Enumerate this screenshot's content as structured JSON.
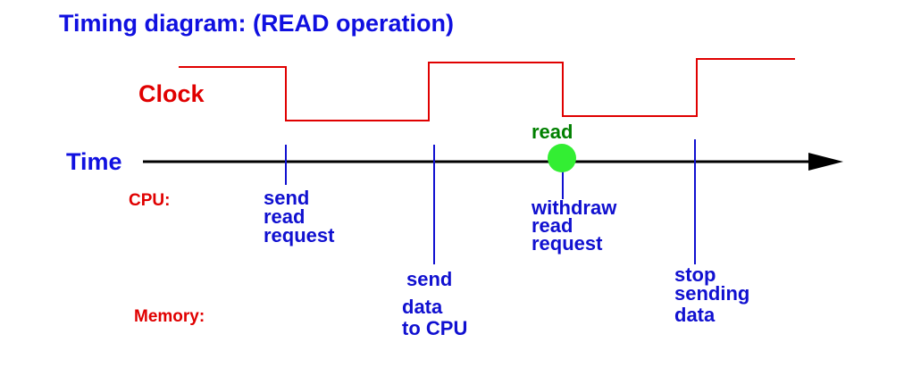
{
  "title": "Timing diagram: (READ operation)",
  "labels": {
    "clock": "Clock",
    "time": "Time",
    "cpu": "CPU:",
    "memory": "Memory:"
  },
  "events": {
    "cpu_send": [
      "send",
      "read",
      "request"
    ],
    "memory_send_head": "send",
    "memory_send_body": [
      "data",
      "to CPU"
    ],
    "read": "read",
    "cpu_withdraw": [
      "withdraw",
      "read",
      "request"
    ],
    "memory_stop": [
      "stop",
      "sending",
      "data"
    ]
  },
  "colors": {
    "title": "#1010e0",
    "clock": "#e00000",
    "axis": "#000000",
    "marker": "#1010d0",
    "event_text": "#1010d0",
    "read_text": "#008000",
    "read_dot": "#33ee33",
    "row_label": "#e00000"
  }
}
